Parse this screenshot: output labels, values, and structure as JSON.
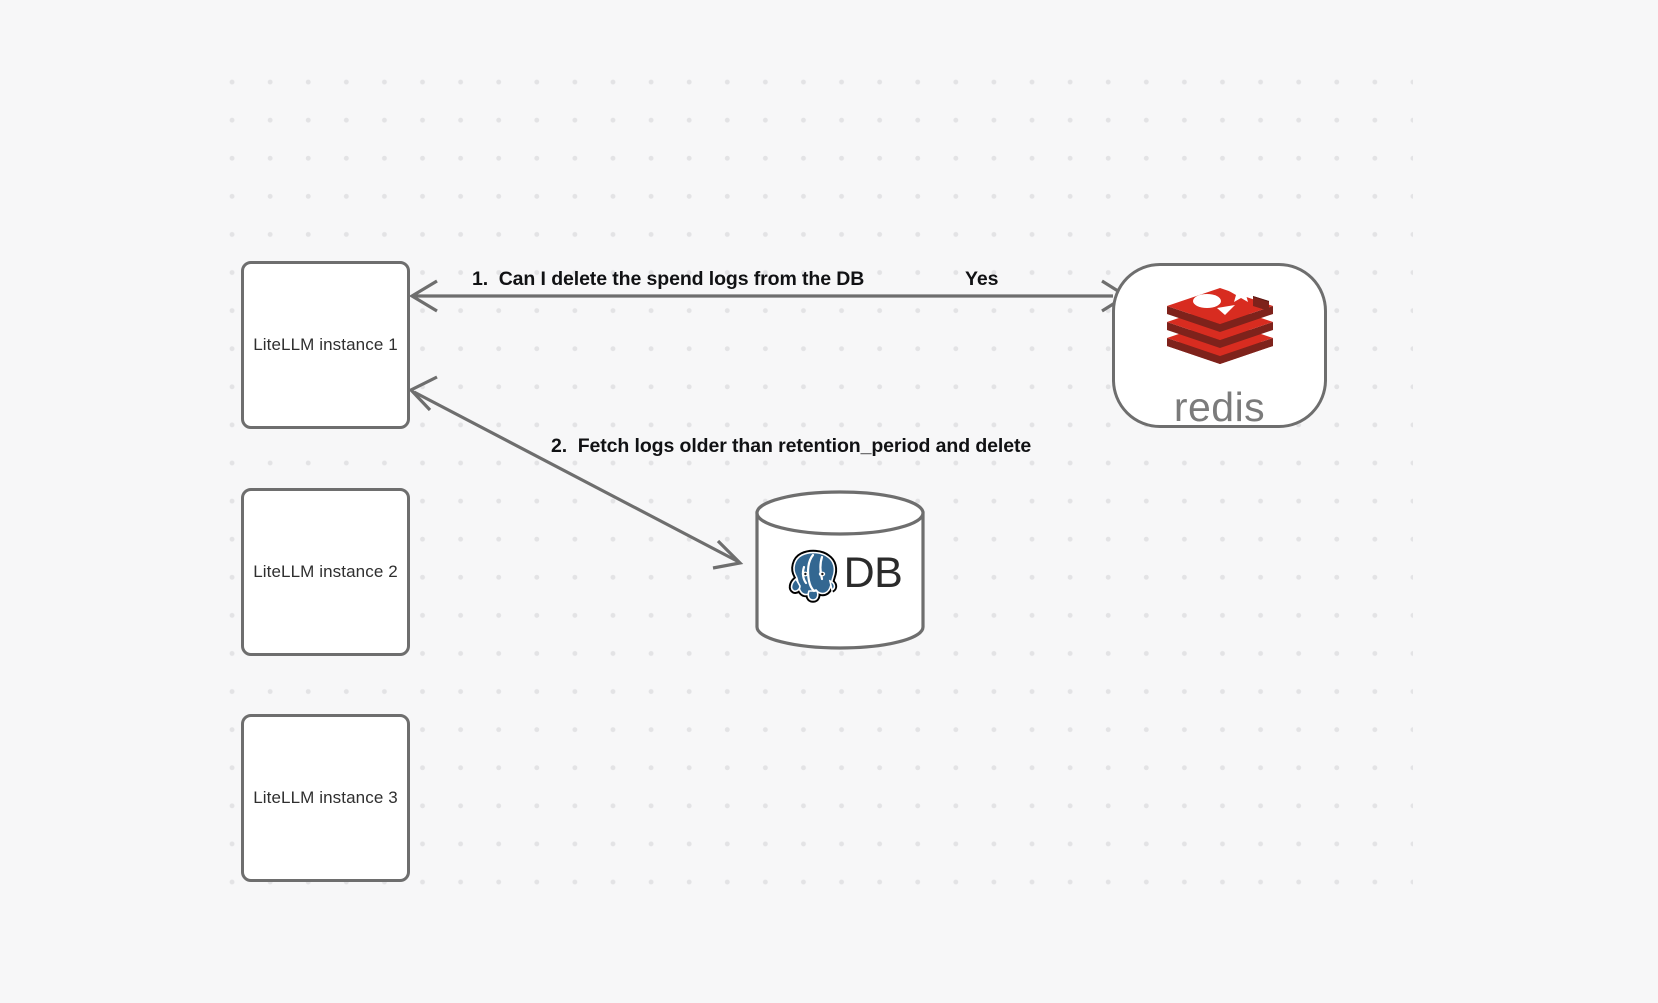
{
  "canvas": {
    "background_color": "#f7f7f8",
    "dot_color": "#e3e3e5"
  },
  "nodes": [
    {
      "id": "litellm-1",
      "label": "LiteLLM instance 1",
      "type": "box"
    },
    {
      "id": "litellm-2",
      "label": "LiteLLM instance 2",
      "type": "box"
    },
    {
      "id": "litellm-3",
      "label": "LiteLLM instance 3",
      "type": "box"
    },
    {
      "id": "redis",
      "label": "redis",
      "type": "rounded-box",
      "icon": "redis-logo-icon",
      "icon_color": "#d82c20",
      "text_color": "#6e6e6e"
    },
    {
      "id": "database",
      "label": "DB",
      "type": "cylinder",
      "icon": "postgresql-elephant-icon",
      "icon_color": "#336791",
      "text_color": "#2f2f2f"
    }
  ],
  "edges": [
    {
      "id": "edge-1",
      "from": "redis",
      "to": "litellm-1",
      "label_number": "1.",
      "label": "Can I delete the spend logs from the DB",
      "reply_label": "Yes",
      "color": "#6e6e6e"
    },
    {
      "id": "edge-2",
      "from": "litellm-1",
      "to": "database",
      "label_number": "2.",
      "label": "Fetch logs older than retention_period and delete",
      "color": "#6e6e6e"
    }
  ],
  "labels": {
    "edge_1_full": "1.  Can I delete the spend logs from the DB",
    "edge_1_reply": "Yes",
    "edge_2_full": "2.  Fetch logs older than retention_period and delete"
  }
}
